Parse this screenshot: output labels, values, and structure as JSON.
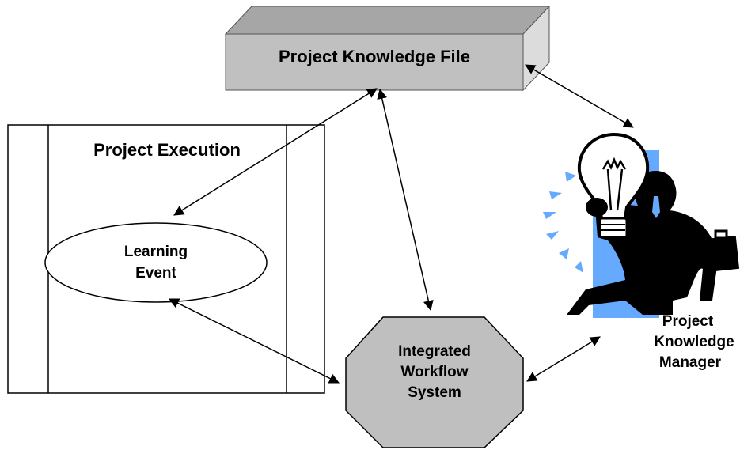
{
  "diagram": {
    "knowledge_file": {
      "label": "Project Knowledge File"
    },
    "execution": {
      "label": "Project Execution"
    },
    "learning_event": {
      "lines": [
        "Learning",
        "Event"
      ]
    },
    "workflow": {
      "lines": [
        "Integrated",
        "Workflow",
        "System"
      ]
    },
    "manager": {
      "lines": [
        "Project",
        "Knowledge",
        "Manager"
      ],
      "icon": "knowledge-manager-lightbulb-icon"
    },
    "connections": [
      {
        "from": "knowledge_file",
        "to": "learning_event",
        "direction": "both"
      },
      {
        "from": "knowledge_file",
        "to": "workflow",
        "direction": "both"
      },
      {
        "from": "knowledge_file",
        "to": "manager",
        "direction": "both"
      },
      {
        "from": "learning_event",
        "to": "workflow",
        "direction": "both"
      },
      {
        "from": "workflow",
        "to": "manager",
        "direction": "both"
      }
    ]
  },
  "colors": {
    "box_fill": "#c0c0c0",
    "box_top": "#a6a6a6",
    "box_side": "#d9d9d9",
    "octagon_fill": "#bfbfbf",
    "accent_blue": "#66aaff",
    "stroke": "#000000"
  }
}
